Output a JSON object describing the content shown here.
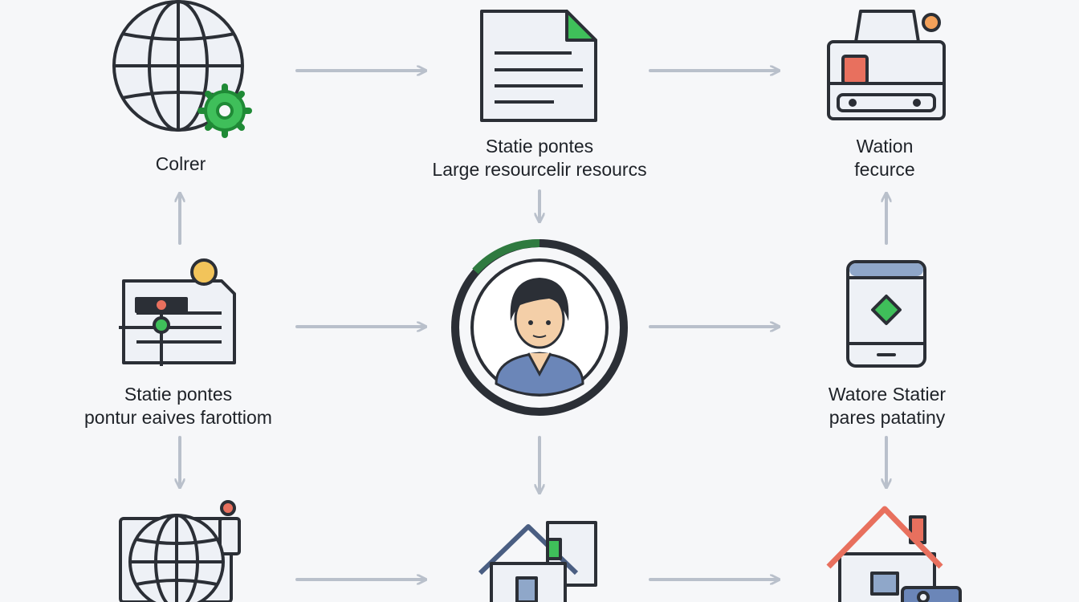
{
  "nodes": {
    "globe_gear": {
      "label": "Colrer",
      "icon": "globe-gear-icon"
    },
    "document": {
      "line1": "Statie pontes",
      "line2": "Large resourcelir resourcs",
      "icon": "document-icon"
    },
    "server": {
      "line1": "Wation",
      "line2": "fecurce",
      "icon": "server-icon"
    },
    "browser_window": {
      "line1": "Statie pontes",
      "line2": "pontur eaives farottiom",
      "icon": "browser-window-icon"
    },
    "user_avatar": {
      "icon": "user-avatar-icon"
    },
    "mobile_device": {
      "line1": "Watore Statier",
      "line2": "pares patatiny",
      "icon": "mobile-device-icon"
    },
    "globe_window": {
      "icon": "globe-window-icon"
    },
    "home_document": {
      "icon": "home-document-icon"
    },
    "home_red": {
      "icon": "home-red-icon"
    }
  },
  "colors": {
    "stroke": "#2b2f36",
    "arrow": "#b9c0cb",
    "accent_green": "#3fbf5a",
    "accent_red": "#e8705e",
    "accent_orange": "#f3a15a",
    "accent_yellow": "#f2c45a",
    "fill_light": "#eef1f6"
  }
}
